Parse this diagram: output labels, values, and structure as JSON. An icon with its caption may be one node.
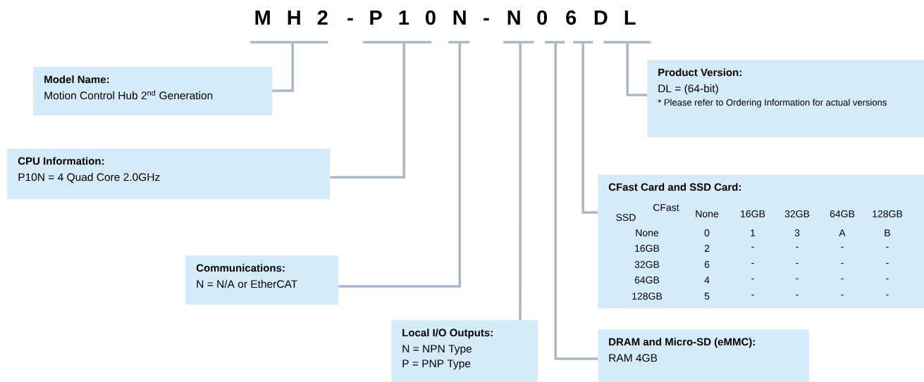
{
  "diagram": {
    "nodes": [
      {
        "text": [
          "M H 2"
        ]
      },
      {
        "text": [
          "P 1 0"
        ]
      },
      {
        "text": [
          "N"
        ]
      },
      {
        "text": [
          "N"
        ]
      },
      {
        "text": [
          "0"
        ]
      },
      {
        "text": [
          "6"
        ]
      },
      {
        "text": [
          "D L"
        ]
      },
      {
        "text": [
          "Model Name:",
          "Motion Control Hub 2$^{nd}$ Generation"
        ]
      },
      {
        "text": [
          "CPU Information:",
          "P10N = 4 Quad Core 2.0GHz"
        ]
      },
      {
        "text": [
          "Communications:",
          "N = N/A or EtherCAT"
        ]
      },
      {
        "text": [
          "Product Version:",
          "DL = (64-bit)",
          "* Please refer to Ordering Information for actual versions"
        ]
      },
      {
        "text": [
          "CFast Card and SSD Card:"
        ]
      },
      {
        "text": [
          "Local I/O Outputs:",
          "N = NPN Type",
          "P = PNP Type"
        ]
      },
      {
        "text": [
          "DRAM and Micro-SD (eMMC):",
          "RAM 4GB"
        ]
      }
    ],
    "edges": [
      {
        "from": 0,
        "to": 7,
        "arrow": "none"
      },
      {
        "from": 1,
        "to": 8,
        "arrow": "none"
      },
      {
        "from": 2,
        "to": 9,
        "arrow": "none"
      },
      {
        "from": 3,
        "to": 12,
        "arrow": "none"
      },
      {
        "from": 4,
        "to": 13,
        "arrow": "none"
      },
      {
        "from": 5,
        "to": 11,
        "arrow": "none"
      },
      {
        "from": 6,
        "to": 10,
        "arrow": "none"
      }
    ],
    "labels": [
      "-",
      "-",
      "CFast",
      "SSD",
      "None",
      "16GB",
      "32GB",
      "64GB",
      "128GB",
      "None",
      "0",
      "1",
      "3",
      "A",
      "B",
      "16GB",
      "2",
      "-",
      "-",
      "-",
      "-",
      "32GB",
      "6",
      "-",
      "-",
      "-",
      "-",
      "64GB",
      "4",
      "-",
      "-",
      "-",
      "-",
      "128GB",
      "5",
      "-",
      "-",
      "-",
      "-"
    ]
  }
}
